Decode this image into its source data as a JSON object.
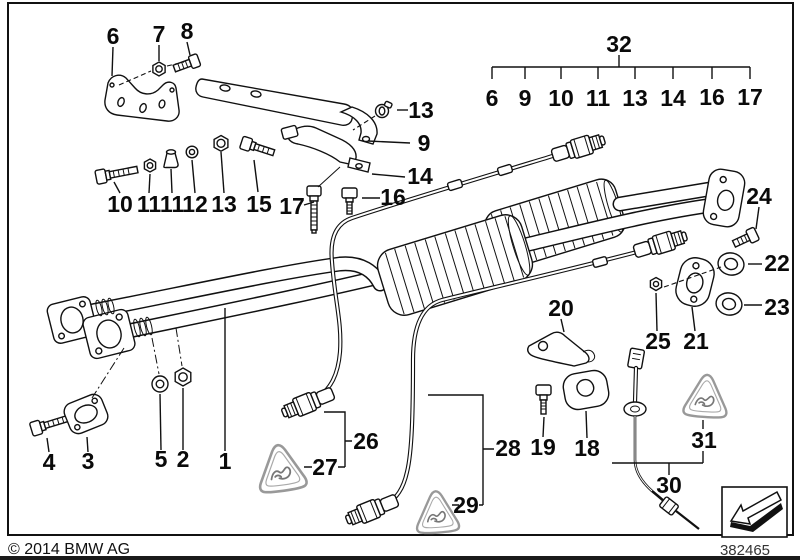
{
  "page": {
    "copyright": "© 2014 BMW AG",
    "diagram_number": "382465"
  },
  "group_callout": {
    "label": "32",
    "members": [
      "6",
      "9",
      "10",
      "11",
      "13",
      "14",
      "16",
      "17"
    ]
  },
  "callouts": {
    "top_left": [
      "6",
      "7",
      "8"
    ],
    "left_mid": [
      "13",
      "9",
      "14",
      "16"
    ],
    "fastener_row": [
      "10",
      "11",
      "11",
      "12",
      "13",
      "15",
      "17"
    ],
    "right_side": [
      "24",
      "22",
      "23",
      "25",
      "21",
      "20"
    ],
    "bottom_left": [
      "4",
      "3",
      "5",
      "2",
      "1"
    ],
    "sensor_group": [
      "26",
      "27",
      "28",
      "29"
    ],
    "bottom_right": [
      "19",
      "18",
      "31",
      "30"
    ]
  }
}
